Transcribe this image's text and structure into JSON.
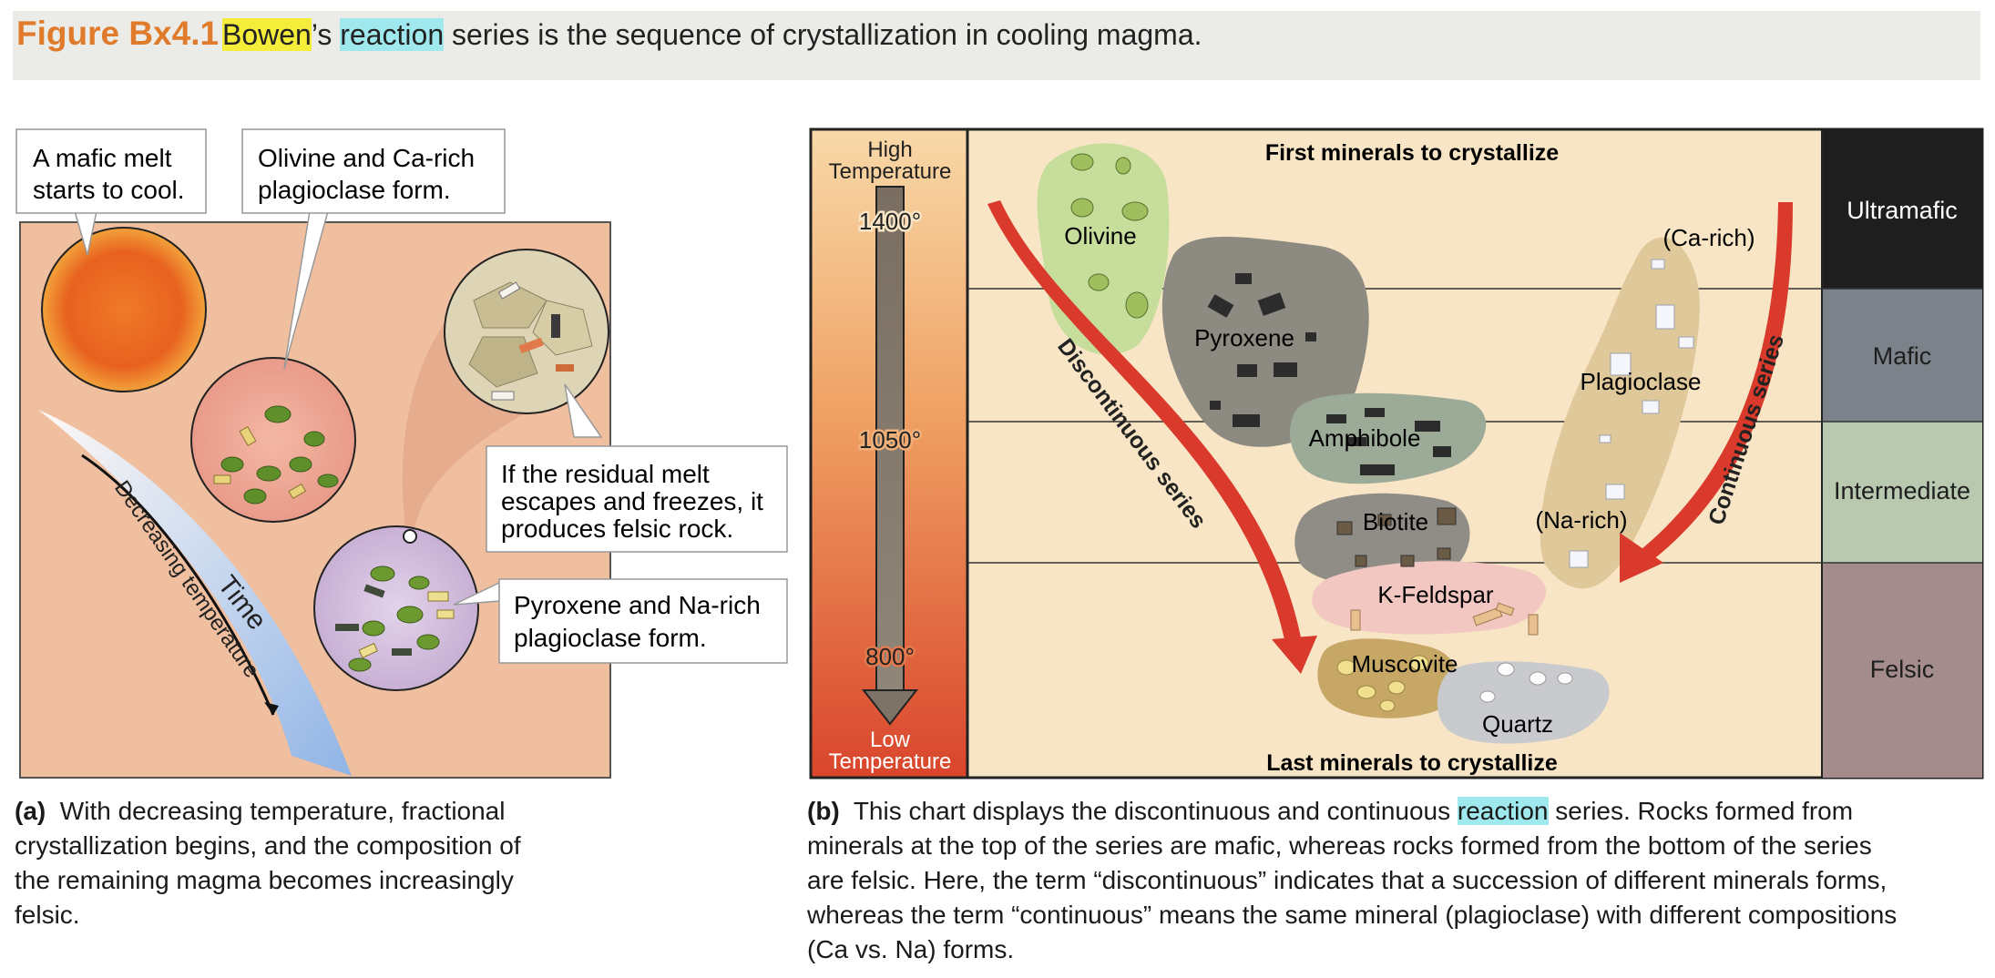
{
  "header": {
    "figure_label": "Figure Bx4.1",
    "title_bowen": "Bowen",
    "title_possessive": "’s ",
    "title_reaction": "reaction",
    "title_rest": " series is the sequence of crystallization in cooling magma."
  },
  "panel_a": {
    "callout_1": [
      "A mafic melt",
      "starts to cool."
    ],
    "callout_2": [
      "Olivine and Ca-rich",
      "plagioclase form."
    ],
    "callout_3": [
      "If the residual melt",
      "escapes and freezes, it",
      "produces felsic rock."
    ],
    "callout_4": [
      "Pyroxene and Na-rich",
      "plagioclase form."
    ],
    "arrow_label_time": "Time",
    "arrow_label_temp": "Decreasing temperature",
    "caption_label": "(a)",
    "caption_lines": [
      "With decreasing temperature, fractional",
      "crystallization begins, and the composition of",
      "the remaining magma becomes increasingly",
      "felsic."
    ]
  },
  "panel_b": {
    "temp_high": [
      "High",
      "Temperature"
    ],
    "temp_low": [
      "Low",
      "Temperature"
    ],
    "temp_ticks": [
      "1400°",
      "1050°",
      "800°"
    ],
    "top_label": "First minerals to crystallize",
    "bottom_label": "Last minerals to crystallize",
    "discontinuous_label": "Discontinuous series",
    "continuous_label": "Continuous series",
    "minerals": {
      "olivine": "Olivine",
      "pyroxene": "Pyroxene",
      "amphibole": "Amphibole",
      "biotite": "Biotite",
      "kfeldspar": "K-Feldspar",
      "muscovite": "Muscovite",
      "quartz": "Quartz",
      "plagioclase": "Plagioclase",
      "ca_rich": "(Ca-rich)",
      "na_rich": "(Na-rich)"
    },
    "rock_types": [
      "Ultramafic",
      "Mafic",
      "Intermediate",
      "Felsic"
    ],
    "caption_label": "(b)",
    "caption_line1_pre": "This chart displays the discontinuous and continuous ",
    "caption_line1_hl": "reaction",
    "caption_line1_post": " series. Rocks formed from",
    "caption_lines_rest": [
      "minerals at the top of the series are mafic, whereas rocks formed from the bottom of the series",
      "are felsic. Here, the term “discontinuous” indicates that a succession of different minerals forms,",
      "whereas the term “continuous” means the same mineral (plagioclase) with different compositions",
      "(Ca vs. Na) forms."
    ]
  },
  "colors": {
    "accent_orange": "#e07b2c",
    "arrow_red": "#d93a2b",
    "ultramafic": "#1e1e1e",
    "mafic": "#7b8289",
    "intermediate": "#b8c9b0",
    "felsic": "#a58c8c"
  }
}
